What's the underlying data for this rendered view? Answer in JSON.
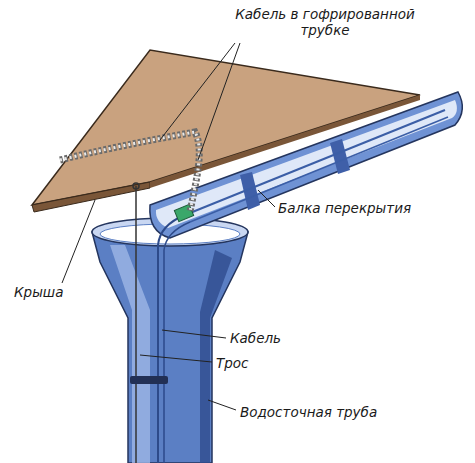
{
  "diagram": {
    "labels": [
      "Кабель в гофрированной трубке",
      "Крыша",
      "Балка перекрытия",
      "Кабель",
      "Трос",
      "Водосточная труба"
    ]
  }
}
